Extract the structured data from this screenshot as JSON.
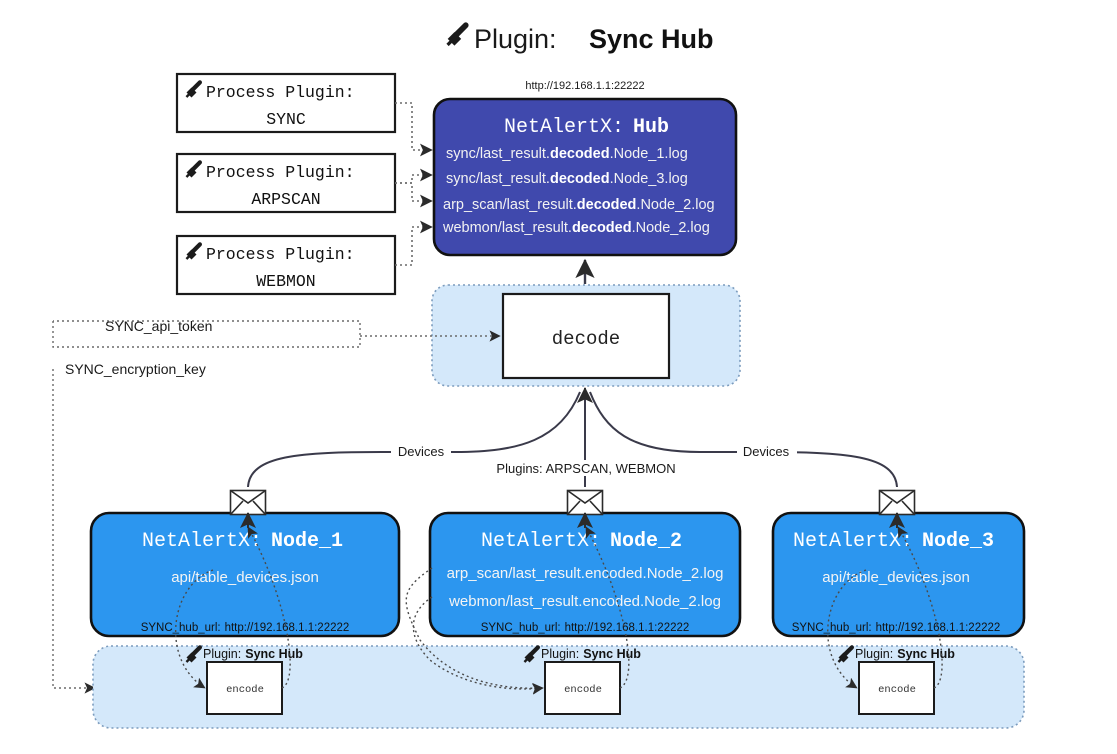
{
  "header": {
    "icon": "plug-icon",
    "prefix": "Plugin:",
    "title": "Sync Hub"
  },
  "hub": {
    "url": "http://192.168.1.1:22222",
    "name_prefix": "NetAlertX:",
    "name": "Hub",
    "color": "#4049ad",
    "lines": [
      {
        "pre": "sync/last_result.",
        "bold": "decoded",
        "post": ".Node_1.log"
      },
      {
        "pre": "sync/last_result.",
        "bold": "decoded",
        "post": ".Node_3.log"
      },
      {
        "pre": "arp_scan/last_result.",
        "bold": "decoded",
        "post": ".Node_2.log"
      },
      {
        "pre": "webmon/last_result.",
        "bold": "decoded",
        "post": ".Node_2.log"
      }
    ]
  },
  "process_plugins": [
    {
      "icon": "plug-icon",
      "label": "Process Plugin:",
      "name": "SYNC"
    },
    {
      "icon": "plug-icon",
      "label": "Process Plugin:",
      "name": "ARPSCAN"
    },
    {
      "icon": "plug-icon",
      "label": "Process Plugin:",
      "name": "WEBMON"
    }
  ],
  "decode": {
    "label": "decode",
    "container_color": "#d4e8fa"
  },
  "tokens": [
    {
      "label": "SYNC_api_token"
    },
    {
      "label": "SYNC_encryption_key"
    }
  ],
  "edge_labels": {
    "left_devices": "Devices",
    "center_plugins": "Plugins: ARPSCAN, WEBMON",
    "right_devices": "Devices"
  },
  "nodes": [
    {
      "name_prefix": "NetAlertX:",
      "name": "Node_1",
      "color": "#2c96ef",
      "lines": [
        "api/table_devices.json"
      ],
      "hub_url_key": "SYNC_hub_url:",
      "hub_url_value": "http://192.168.1.1:22222",
      "icon": "envelope-icon"
    },
    {
      "name_prefix": "NetAlertX:",
      "name": "Node_2",
      "color": "#2c96ef",
      "lines": [
        "arp_scan/last_result.encoded.Node_2.log",
        "webmon/last_result.encoded.Node_2.log"
      ],
      "hub_url_key": "SYNC_hub_url:",
      "hub_url_value": "http://192.168.1.1:22222",
      "icon": "envelope-icon"
    },
    {
      "name_prefix": "NetAlertX:",
      "name": "Node_3",
      "color": "#2c96ef",
      "lines": [
        "api/table_devices.json"
      ],
      "hub_url_key": "SYNC_hub_url:",
      "hub_url_value": "http://192.168.1.1:22222",
      "icon": "envelope-icon"
    }
  ],
  "encoders": [
    {
      "icon": "plug-icon",
      "header_prefix": "Plugin:",
      "header_name": "Sync Hub",
      "label": "encode"
    },
    {
      "icon": "plug-icon",
      "header_prefix": "Plugin:",
      "header_name": "Sync Hub",
      "label": "encode"
    },
    {
      "icon": "plug-icon",
      "header_prefix": "Plugin:",
      "header_name": "Sync Hub",
      "label": "encode"
    }
  ]
}
